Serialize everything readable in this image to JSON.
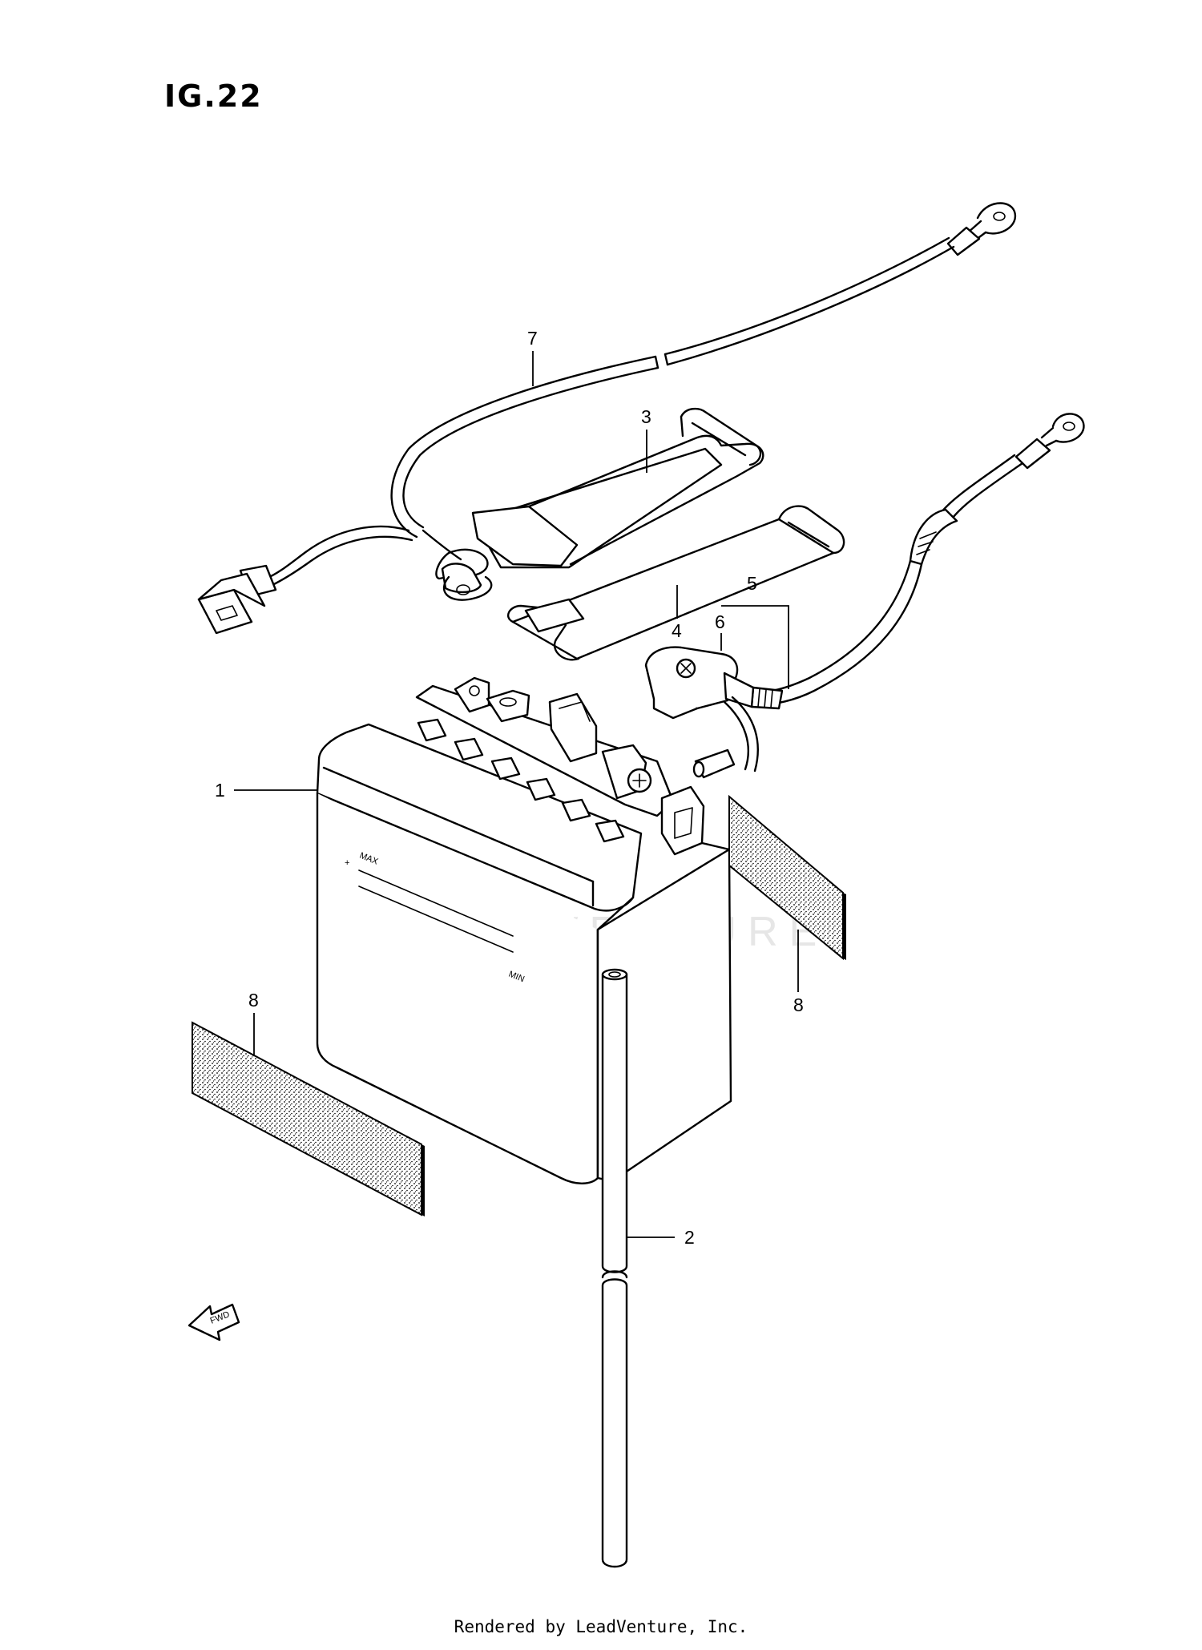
{
  "figure": {
    "title": "IG.22"
  },
  "callouts": {
    "battery": "1",
    "breather_hose": "2",
    "band_upper": "3",
    "band_lower": "4",
    "negative_lead_assy": "5",
    "terminal_cover": "6",
    "positive_lead": "7",
    "cushion_right": "8",
    "cushion_left": "8"
  },
  "battery_marks": {
    "max": "MAX",
    "min": "MIN",
    "plus": "+"
  },
  "fwd_label": "FWD",
  "watermark": "LEADVENTURE",
  "footer": {
    "credit": "Rendered by LeadVenture, Inc."
  }
}
